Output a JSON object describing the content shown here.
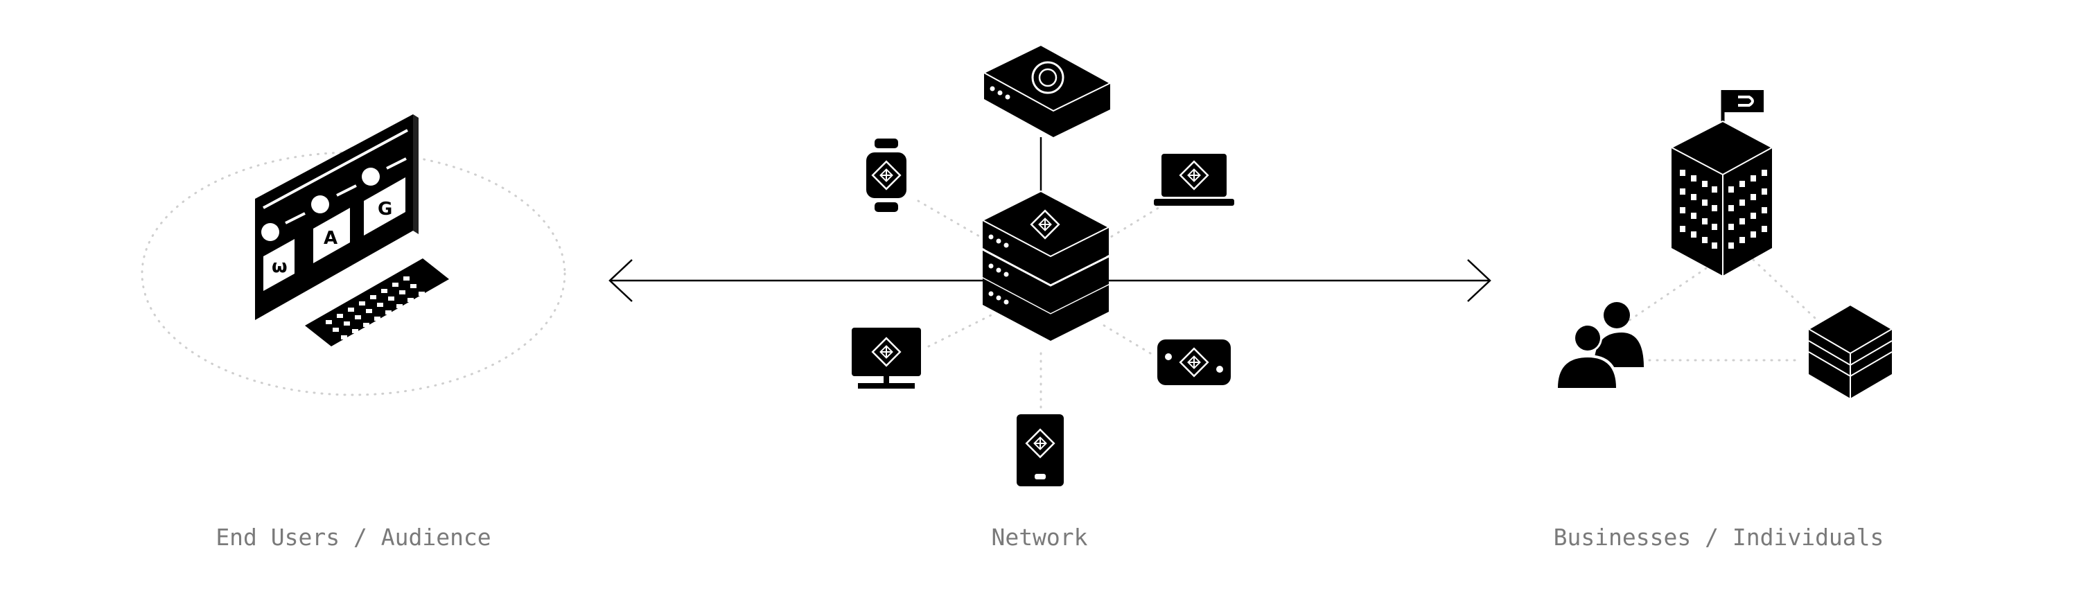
{
  "labels": {
    "end_users": "End Users / Audience",
    "network": "Network",
    "businesses": "Businesses / Individuals"
  },
  "colors": {
    "ink": "#000000",
    "paper": "#ffffff",
    "caption": "#7a7a7a",
    "dotted": "#cfcfcf"
  },
  "icons": {
    "end_users": [
      "computer-monitor-icon",
      "keyboard-icon"
    ],
    "network": [
      "server-stack-icon",
      "router-icon",
      "smartwatch-icon",
      "laptop-icon",
      "desktop-monitor-icon",
      "phone-icon",
      "tablet-icon"
    ],
    "businesses": [
      "office-building-icon",
      "flag-icon",
      "users-icon",
      "package-cube-icon"
    ]
  }
}
